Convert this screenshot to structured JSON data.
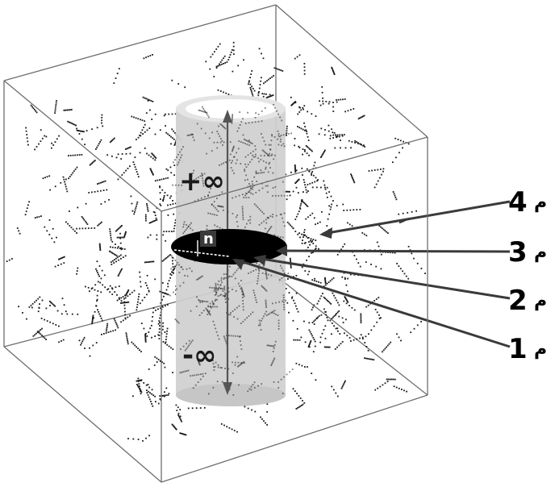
{
  "diagram": {
    "cylinder": {
      "top_symbol": "+∞",
      "bottom_symbol": "-∞",
      "normal_symbol": "n"
    },
    "labels": [
      {
        "number": "4",
        "unit": "م"
      },
      {
        "number": "3",
        "unit": "م"
      },
      {
        "number": "2",
        "unit": "م"
      },
      {
        "number": "1",
        "unit": "م"
      }
    ],
    "colors": {
      "cylinder_fill": "#cfcfcf",
      "disk_fill": "#000000",
      "cube_edges": "#6e6e6e",
      "particles": "#1a1a1a",
      "leaders": "#3a3a3a"
    }
  }
}
